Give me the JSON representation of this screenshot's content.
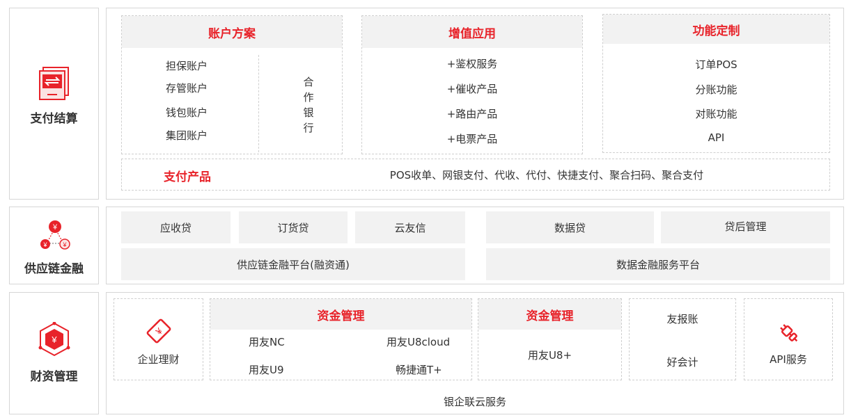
{
  "colors": {
    "accent": "#e8232a",
    "border": "#d6d6d6",
    "cell_bg": "#f2f2f2"
  },
  "sections": {
    "payment": {
      "label": "支付结算",
      "icon": "payment-transfer-icon",
      "account_plan": {
        "title": "账户方案",
        "items": [
          "担保账户",
          "存管账户",
          "钱包账户",
          "集团账户"
        ],
        "partner": [
          "合",
          "作",
          "银",
          "行"
        ]
      },
      "value_added": {
        "title": "增值应用",
        "items": [
          "+鉴权服务",
          "+催收产品",
          "+路由产品",
          "+电票产品"
        ]
      },
      "custom": {
        "title": "功能定制",
        "items": [
          "订单POS",
          "分账功能",
          "对账功能",
          "API"
        ]
      },
      "products": {
        "title": "支付产品",
        "text": "POS收单、网银支付、代收、代付、快捷支付、聚合扫码、聚合支付"
      }
    },
    "supply_chain": {
      "label": "供应链金融",
      "icon": "yuan-network-icon",
      "left_cells": [
        "应收贷",
        "订货贷",
        "云友信"
      ],
      "left_platform": "供应链金融平台(融资通)",
      "right_cells": [
        "数据贷",
        "贷后管理"
      ],
      "right_platform": "数据金融服务平台"
    },
    "finance": {
      "label": "财资管理",
      "icon": "yuan-hexagon-icon",
      "wealth": {
        "label": "企业理财",
        "icon": "yuan-ticket-icon"
      },
      "fund_mgmt_1": {
        "title": "资金管理",
        "items": [
          "用友NC",
          "用友U8cloud",
          "用友U9",
          "畅捷通T+"
        ]
      },
      "fund_mgmt_2": {
        "title": "资金管理",
        "items": [
          "用友U8+"
        ]
      },
      "accounting": {
        "items": [
          "友报账",
          "好会计"
        ]
      },
      "api": {
        "label": "API服务",
        "icon": "plug-icon"
      },
      "cloud": "银企联云服务"
    }
  }
}
